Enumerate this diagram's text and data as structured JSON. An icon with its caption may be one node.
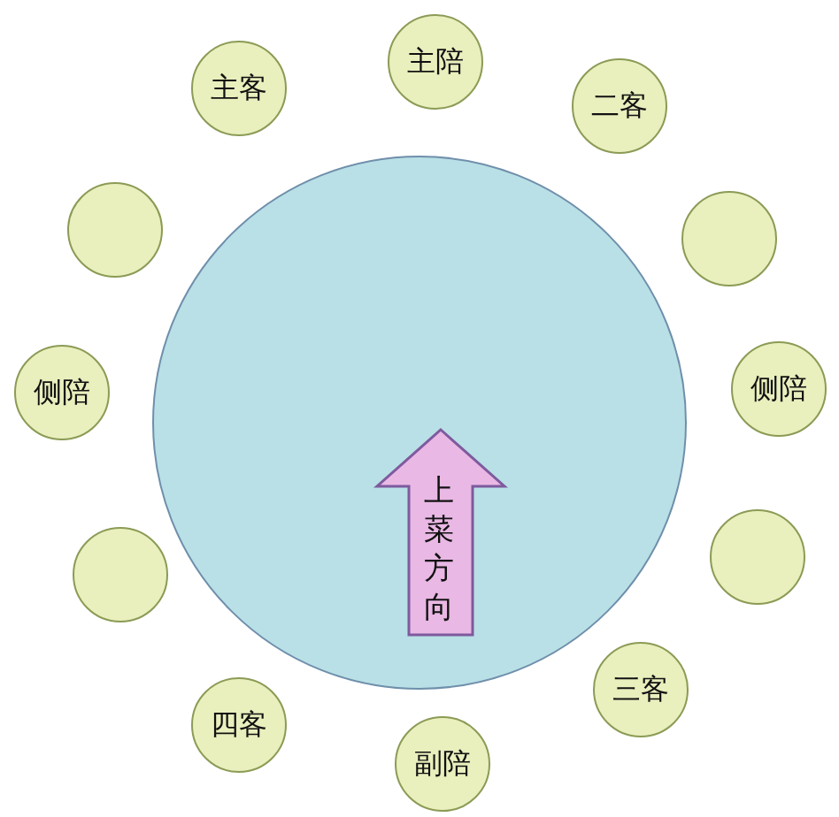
{
  "diagram": {
    "nodes": [
      {
        "text": [],
        "shape": "circle"
      },
      {
        "text": [
          "上菜方向"
        ],
        "in": 0
      },
      {
        "text": [
          "主陪"
        ]
      },
      {
        "text": [
          "二客"
        ]
      },
      {
        "text": [],
        "shape": "circle"
      },
      {
        "text": [
          "侧陪"
        ]
      },
      {
        "text": [],
        "shape": "circle"
      },
      {
        "text": [
          "三客"
        ]
      },
      {
        "text": [
          "副陪"
        ]
      },
      {
        "text": [
          "四客"
        ]
      },
      {
        "text": [],
        "shape": "circle"
      },
      {
        "text": [
          "侧陪"
        ]
      },
      {
        "text": [],
        "shape": "circle"
      },
      {
        "text": [
          "主客"
        ]
      }
    ]
  }
}
